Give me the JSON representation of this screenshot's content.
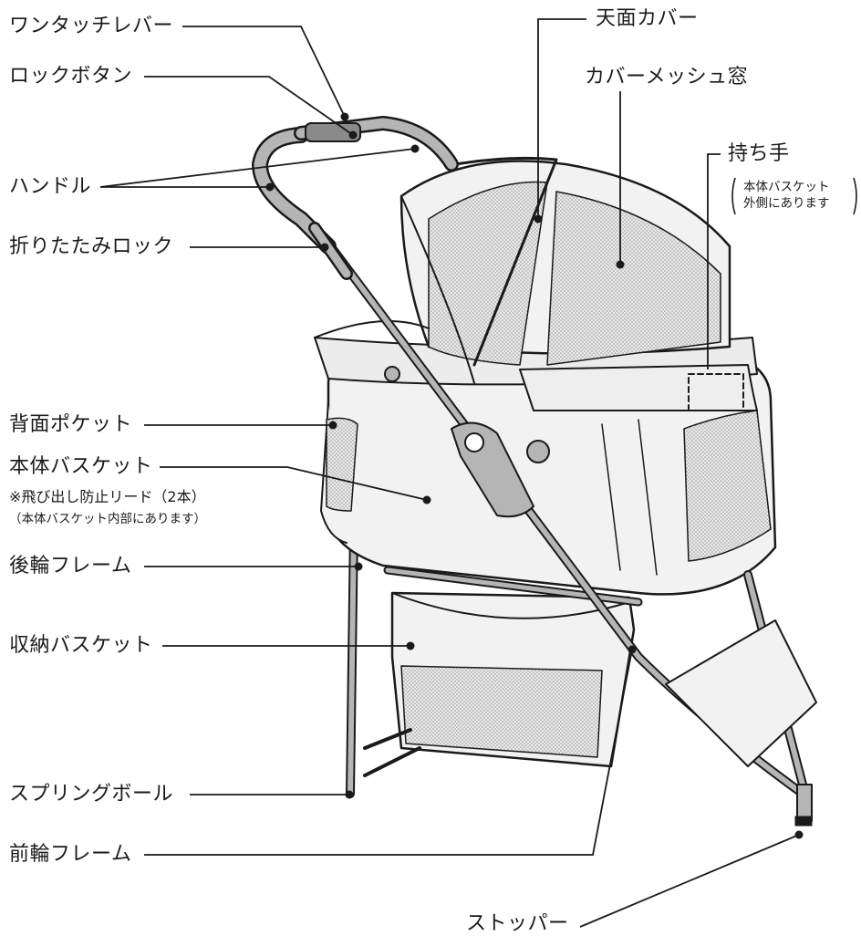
{
  "labels": {
    "one_touch_lever": "ワンタッチレバー",
    "lock_button": "ロックボタン",
    "handle": "ハンドル",
    "fold_lock": "折りたたみロック",
    "back_pocket": "背面ポケット",
    "main_basket": "本体バスケット",
    "main_basket_note1": "※飛び出し防止リード（2本）",
    "main_basket_note2": "（本体バスケット内部にあります）",
    "rear_frame": "後輪フレーム",
    "storage_basket": "収納バスケット",
    "spring_ball": "スプリングボール",
    "front_frame": "前輪フレーム",
    "top_cover": "天面カバー",
    "mesh_window": "カバーメッシュ窓",
    "grip": "持ち手",
    "grip_note1": "本体バスケット",
    "grip_note2": "外側にあります",
    "stopper": "ストッパー"
  },
  "colors": {
    "line": "#1a1a1a",
    "frame_fill": "#b5b5b5",
    "body_fill": "#f2f2f2",
    "mesh_fill": "#d6d6d6"
  }
}
